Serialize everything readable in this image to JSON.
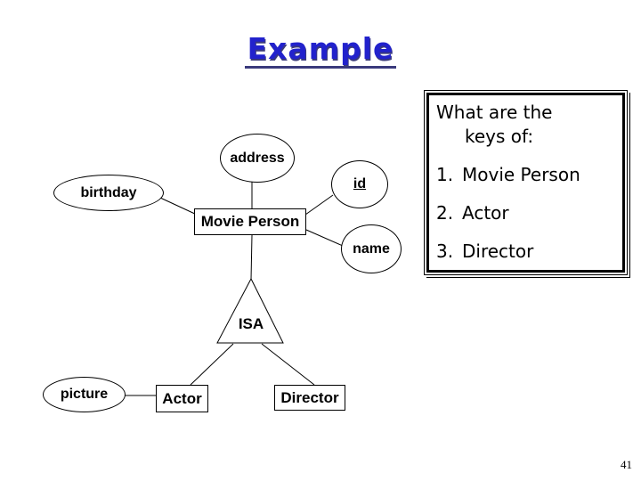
{
  "slide": {
    "title": "Example",
    "page_number": "41"
  },
  "colors": {
    "title_blue": "#2222cc",
    "title_shadow": "#3a3a7c",
    "line_color": "#000000",
    "background": "#ffffff"
  },
  "diagram": {
    "attributes": [
      {
        "label": "address"
      },
      {
        "label": "birthday"
      },
      {
        "label": "id",
        "key": true
      },
      {
        "label": "name"
      },
      {
        "label": "picture"
      }
    ],
    "entities": [
      {
        "label": "Movie Person"
      },
      {
        "label": "Actor"
      },
      {
        "label": "Director"
      }
    ],
    "isa_label": "ISA"
  },
  "question_box": {
    "heading_line1": "What are the",
    "heading_line2": "keys of:",
    "items": [
      {
        "number": "1.",
        "label": "Movie Person"
      },
      {
        "number": "2.",
        "label": "Actor"
      },
      {
        "number": "3.",
        "label": "Director"
      }
    ]
  }
}
